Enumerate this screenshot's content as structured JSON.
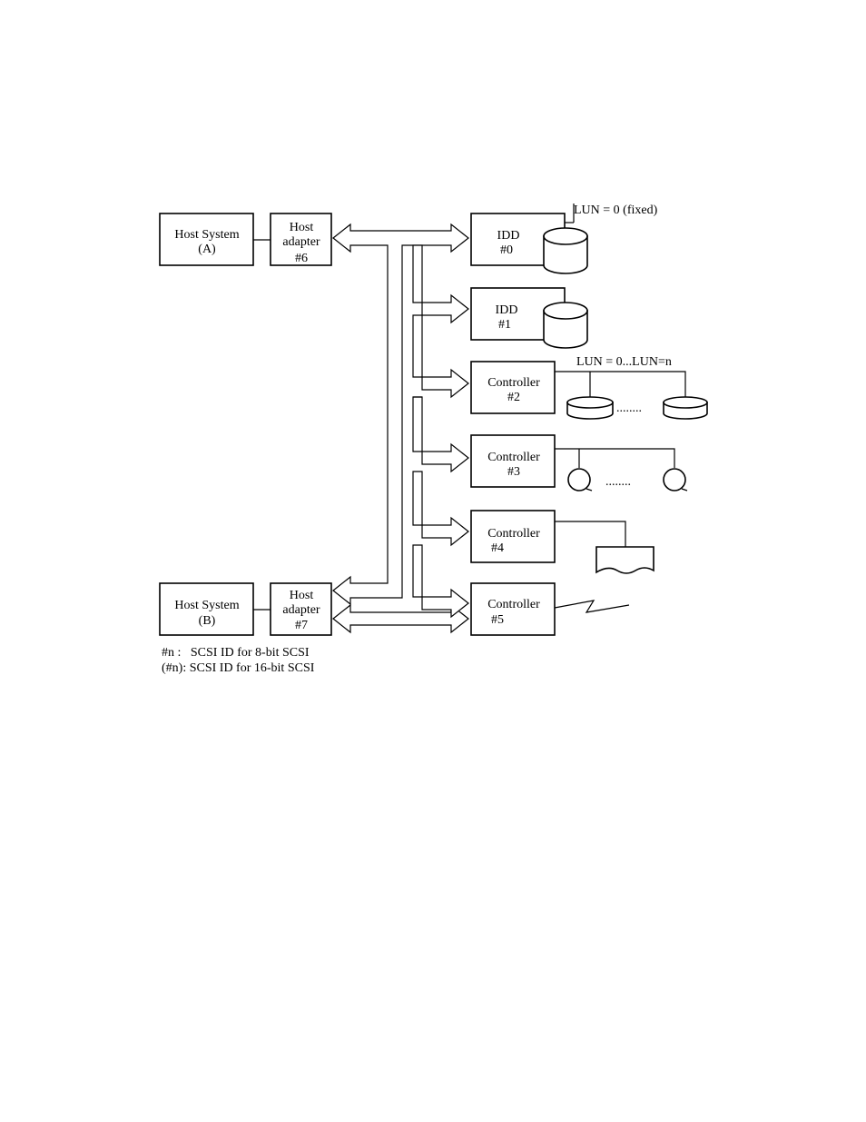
{
  "hosts": {
    "a": {
      "line1": "Host System",
      "line2": "(A)"
    },
    "b": {
      "line1": "Host System",
      "line2": "(B)"
    }
  },
  "adapters": {
    "a": {
      "line1": "Host",
      "line2": "adapter",
      "line3": "#6"
    },
    "b": {
      "line1": "Host",
      "line2": "adapter",
      "line3": "#7"
    }
  },
  "targets": [
    {
      "line1": "IDD",
      "line2": "#0"
    },
    {
      "line1": "IDD",
      "line2": "#1"
    },
    {
      "line1": "Controller",
      "line2": "#2"
    },
    {
      "line1": "Controller",
      "line2": "#3"
    },
    {
      "line1": "Controller",
      "line2": "#4"
    },
    {
      "line1": "Controller",
      "line2": "#5"
    }
  ],
  "annotations": {
    "lun_fixed": "LUN = 0 (fixed)",
    "lun_range": "LUN = 0...LUN=n",
    "dots": "........"
  },
  "legend": {
    "line1": "#n :   SCSI ID for 8-bit SCSI",
    "line2": "(#n): SCSI ID for 16-bit SCSI"
  }
}
